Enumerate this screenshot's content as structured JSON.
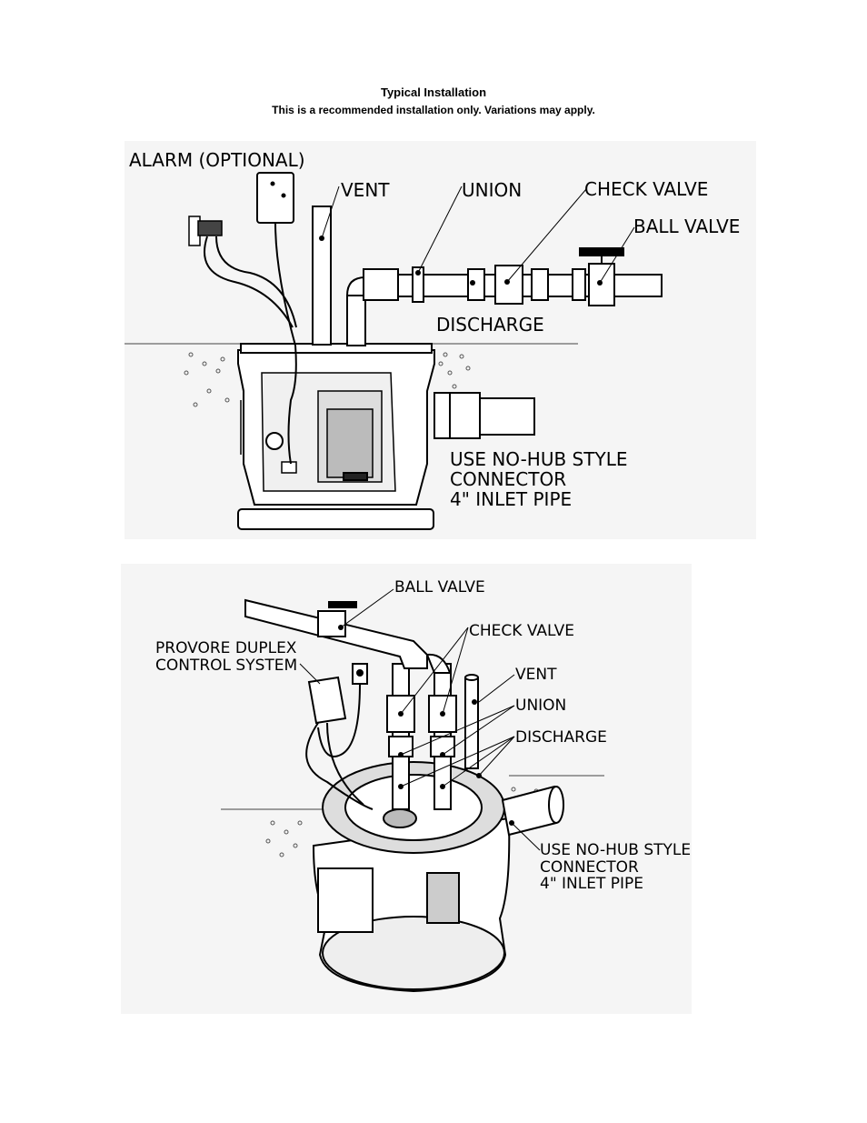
{
  "header": {
    "title": "Typical Installation",
    "subtitle": "This is a recommended installation only.  Variations may apply."
  },
  "figure1": {
    "labels": {
      "alarm": "ALARM (OPTIONAL)",
      "vent": "VENT",
      "union": "UNION",
      "check_valve": "CHECK VALVE",
      "ball_valve": "BALL VALVE",
      "discharge": "DISCHARGE",
      "nohub_line1": "USE NO-HUB STYLE",
      "nohub_line2": "CONNECTOR",
      "nohub_line3": "4\" INLET PIPE"
    }
  },
  "figure2": {
    "labels": {
      "ball_valve": "BALL VALVE",
      "check_valve": "CHECK VALVE",
      "control_line1": "PROVORE DUPLEX",
      "control_line2": "CONTROL SYSTEM",
      "vent": "VENT",
      "union": "UNION",
      "discharge": "DISCHARGE",
      "nohub_line1": "USE NO-HUB STYLE",
      "nohub_line2": "CONNECTOR",
      "nohub_line3": "4\" INLET PIPE"
    }
  }
}
